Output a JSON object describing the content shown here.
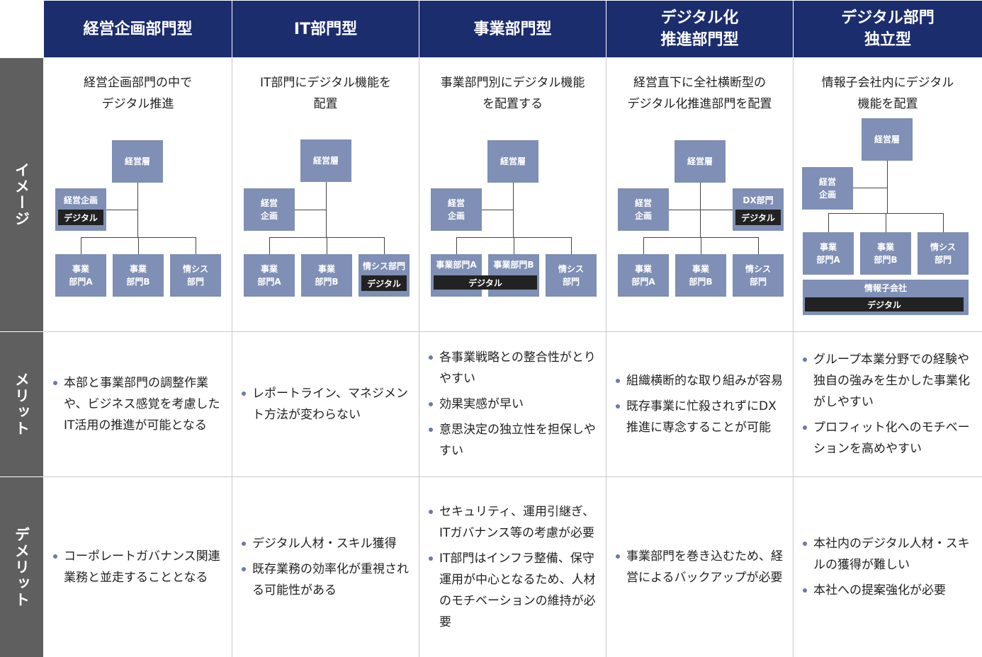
{
  "columns": [
    {
      "header": "経営企画部門型",
      "image_desc": "経営企画部門の中で\nデジタル推進",
      "org": {
        "top": "経営層",
        "side": {
          "label": "経営企画",
          "tag": "デジタル"
        },
        "bottom": [
          {
            "label": "事業\n部門A"
          },
          {
            "label": "事業\n部門B"
          },
          {
            "label": "情シス\n部門"
          }
        ]
      },
      "merits": [
        "本部と事業部門の調整作業や、ビジネス感覚を考慮したIT活用の推進が可能となる"
      ],
      "demerits": [
        "コーポレートガバナンス関連業務と並走することとなる"
      ]
    },
    {
      "header": "IT部門型",
      "image_desc": "IT部門にデジタル機能を\n配置",
      "org": {
        "top": "経営層",
        "side": {
          "label": "経営\n企画"
        },
        "bottom": [
          {
            "label": "事業\n部門A"
          },
          {
            "label": "事業\n部門B"
          },
          {
            "label": "情シス部門",
            "tag": "デジタル"
          }
        ]
      },
      "merits": [
        "レポートライン、マネジメント方法が変わらない"
      ],
      "demerits": [
        "デジタル人材・スキル獲得",
        "既存業務の効率化が重視される可能性がある"
      ]
    },
    {
      "header": "事業部門型",
      "image_desc": "事業部門別にデジタル機能\nを配置する",
      "org": {
        "top": "経営層",
        "side": {
          "label": "経営\n企画"
        },
        "bottom": [
          {
            "label": "事業部門A"
          },
          {
            "label": "事業部門B"
          },
          {
            "label": "情シス\n部門"
          }
        ],
        "span_tag": "デジタル"
      },
      "merits": [
        "各事業戦略との整合性がとりやすい",
        "効果実感が早い",
        "意思決定の独立性を担保しやすい"
      ],
      "demerits": [
        "セキュリティ、運用引継ぎ、ITガバナンス等の考慮が必要",
        "IT部門はインフラ整備、保守運用が中心となるため、人材のモチベーションの維持が必要"
      ]
    },
    {
      "header": "デジタル化\n推進部門型",
      "image_desc": "経営直下に全社横断型の\nデジタル化推進部門を配置",
      "org": {
        "top": "経営層",
        "side": {
          "label": "経営\n企画"
        },
        "side_right": {
          "label": "DX部門",
          "tag": "デジタル"
        },
        "bottom": [
          {
            "label": "事業\n部門A"
          },
          {
            "label": "事業\n部門B"
          },
          {
            "label": "情シス\n部門"
          }
        ]
      },
      "merits": [
        "組織横断的な取り組みが容易",
        "既存事業に忙殺されずにDX推進に専念することが可能"
      ],
      "demerits": [
        "事業部門を巻き込むため、経営によるバックアップが必要"
      ]
    },
    {
      "header": "デジタル部門\n独立型",
      "image_desc": "情報子会社内にデジタル\n機能を配置",
      "org": {
        "top": "経営層",
        "side": {
          "label": "経営\n企画"
        },
        "bottom": [
          {
            "label": "事業\n部門A"
          },
          {
            "label": "事業\n部門B"
          },
          {
            "label": "情シス\n部門"
          }
        ],
        "subsidiary": {
          "label": "情報子会社",
          "tag": "デジタル"
        }
      },
      "merits": [
        "グループ本業分野での経験や独自の強みを生かした事業化がしやすい",
        "プロフィット化へのモチベーションを高めやすい"
      ],
      "demerits": [
        "本社内のデジタル人材・スキルの獲得が難しい",
        "本社への提案強化が必要"
      ]
    }
  ],
  "row_headers": [
    "イメージ",
    "メリット",
    "デメリット"
  ],
  "colors": {
    "header": "#1c2d6e",
    "row_header": "#5f5f5f",
    "box": "#7f8fb5",
    "tag": "#222222",
    "bullet": "#6b7aa6"
  }
}
